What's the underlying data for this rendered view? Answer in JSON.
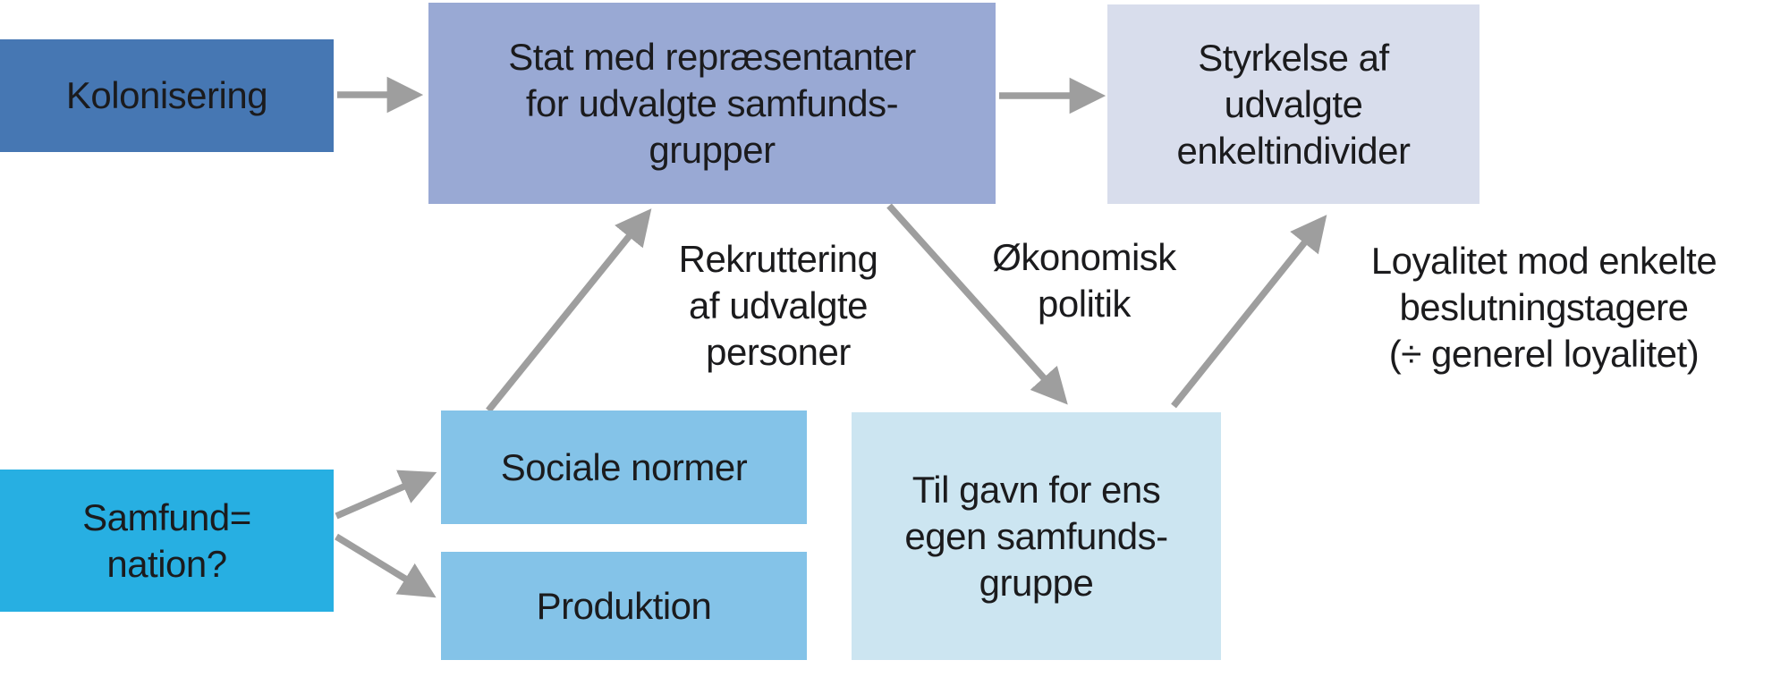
{
  "diagram": {
    "title": "Kolonisering og samfund flowchart",
    "nodes": [
      {
        "id": "kolonisering",
        "lines": [
          "Kolonisering"
        ],
        "color": "#4677B3"
      },
      {
        "id": "stat",
        "lines": [
          "Stat med repræsentanter",
          "for udvalgte samfunds-",
          "grupper"
        ],
        "color": "#99A9D4"
      },
      {
        "id": "styrkelse",
        "lines": [
          "Styrkelse af",
          "udvalgte",
          "enkeltindivider"
        ],
        "color": "#D8DDEC"
      },
      {
        "id": "samfund",
        "lines": [
          "Samfund=",
          "nation?"
        ],
        "color": "#27AFE2"
      },
      {
        "id": "sociale",
        "lines": [
          "Sociale normer"
        ],
        "color": "#84C3E8"
      },
      {
        "id": "produktion",
        "lines": [
          "Produktion"
        ],
        "color": "#84C3E8"
      },
      {
        "id": "tilgavn",
        "lines": [
          "Til gavn for ens",
          "egen samfunds-",
          "gruppe"
        ],
        "color": "#CCE5F1"
      }
    ],
    "edges": [
      {
        "from": "kolonisering",
        "to": "stat",
        "label_ref": null
      },
      {
        "from": "stat",
        "to": "styrkelse",
        "label_ref": null
      },
      {
        "from": "sociale",
        "to": "stat",
        "label_ref": "rekruttering"
      },
      {
        "from": "stat",
        "to": "tilgavn",
        "label_ref": "okonomisk"
      },
      {
        "from": "tilgavn",
        "to": "styrkelse",
        "label_ref": "loyalitet"
      },
      {
        "from": "samfund",
        "to": "sociale",
        "label_ref": null
      },
      {
        "from": "samfund",
        "to": "produktion",
        "label_ref": null
      }
    ],
    "edge_labels": {
      "rekruttering": [
        "Rekruttering",
        "af udvalgte",
        "personer"
      ],
      "okonomisk": [
        "Økonomisk",
        "politik"
      ],
      "loyalitet": [
        "Loyalitet mod enkelte",
        "beslutningstagere",
        "(÷ generel loyalitet)"
      ]
    },
    "colors": {
      "arrow": "#9E9E9E",
      "text": "#1B1B1D",
      "background": "#FFFFFF"
    }
  }
}
